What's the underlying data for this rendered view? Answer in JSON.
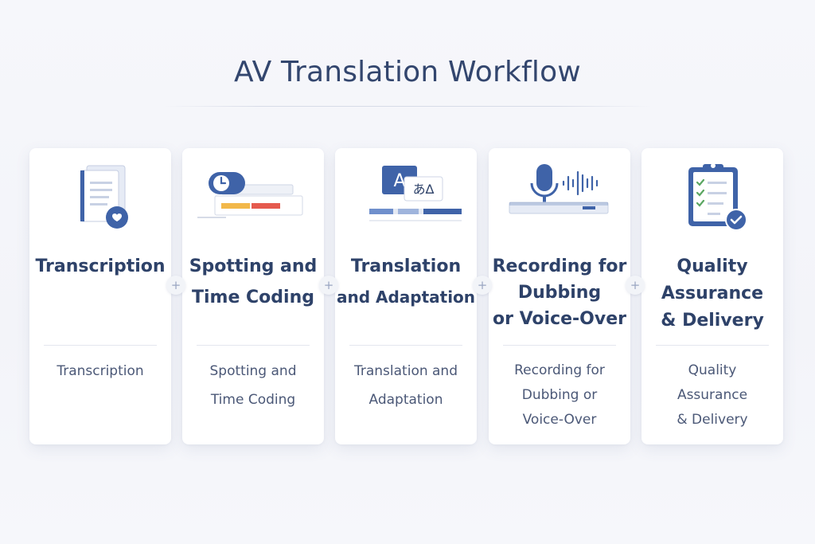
{
  "title": "AV Translation Workflow",
  "colors": {
    "primary": "#3f63a8",
    "accent_orange": "#f2b84a",
    "accent_red": "#e55a4e",
    "check_green": "#5aa661"
  },
  "connector_symbol": "+",
  "steps": [
    {
      "icon": "document-heart-icon",
      "heading_lines": [
        "Transcription"
      ],
      "desc_lines": [
        "Transcription"
      ]
    },
    {
      "icon": "clock-timeline-icon",
      "heading_lines": [
        "Spotting and",
        "Time Coding"
      ],
      "desc_lines": [
        "Spotting and",
        "Time Coding"
      ]
    },
    {
      "icon": "translate-icon",
      "glyph_a": "A",
      "glyph_translate": "あ∆",
      "heading_lines": [
        "Translation",
        "and Adaptation"
      ],
      "desc_lines": [
        "Translation and",
        "Adaptation"
      ]
    },
    {
      "icon": "microphone-waveform-icon",
      "heading_lines": [
        "Recording for",
        "Dubbing",
        "or Voice-Over"
      ],
      "desc_lines": [
        "Recording for",
        "Dubbing or",
        "Voice-Over"
      ]
    },
    {
      "icon": "clipboard-check-icon",
      "heading_lines": [
        "Quality",
        "Assurance",
        "& Delivery"
      ],
      "desc_lines": [
        "Quality",
        "Assurance",
        "& Delivery"
      ]
    }
  ]
}
